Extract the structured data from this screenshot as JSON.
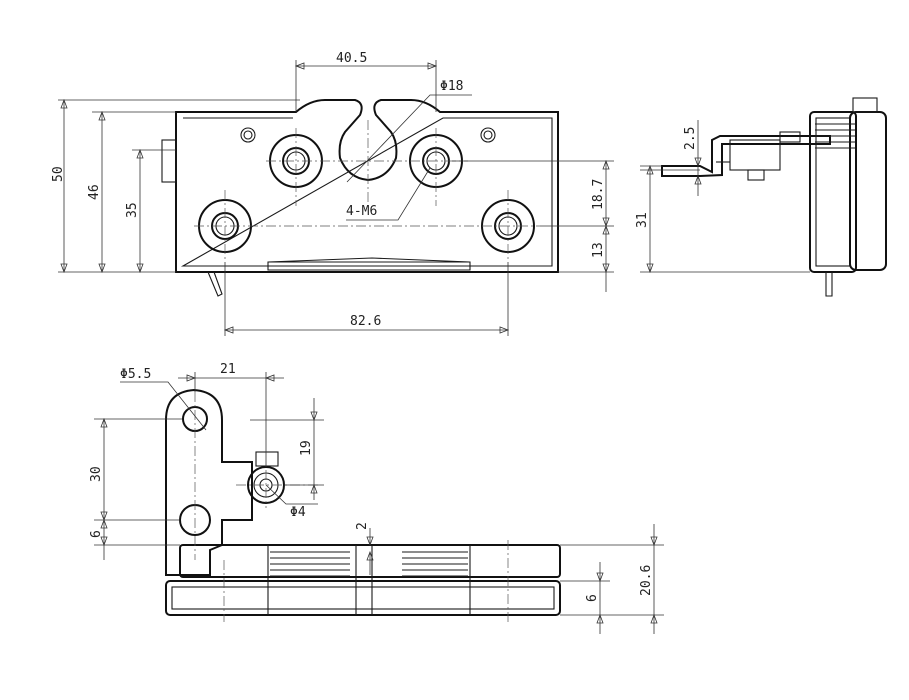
{
  "front_view": {
    "width_top": "40.5",
    "hole_dia": "Φ18",
    "height_outer": "50",
    "height_inner": "46",
    "height_holes": "35",
    "hole_spacing_v": "18.7",
    "bottom_offset": "13",
    "thread_spec": "4-M6",
    "width_bottom": "82.6"
  },
  "side_view": {
    "tab_thickness": "2.5",
    "height": "31"
  },
  "bottom_view": {
    "pin_dia": "Φ5.5",
    "pin_offset": "21",
    "height_30": "30",
    "offset_6_left": "6",
    "height_19": "19",
    "screw_dia": "Φ4",
    "gap_2": "2",
    "height_total": "20.6",
    "offset_6_right": "6"
  }
}
